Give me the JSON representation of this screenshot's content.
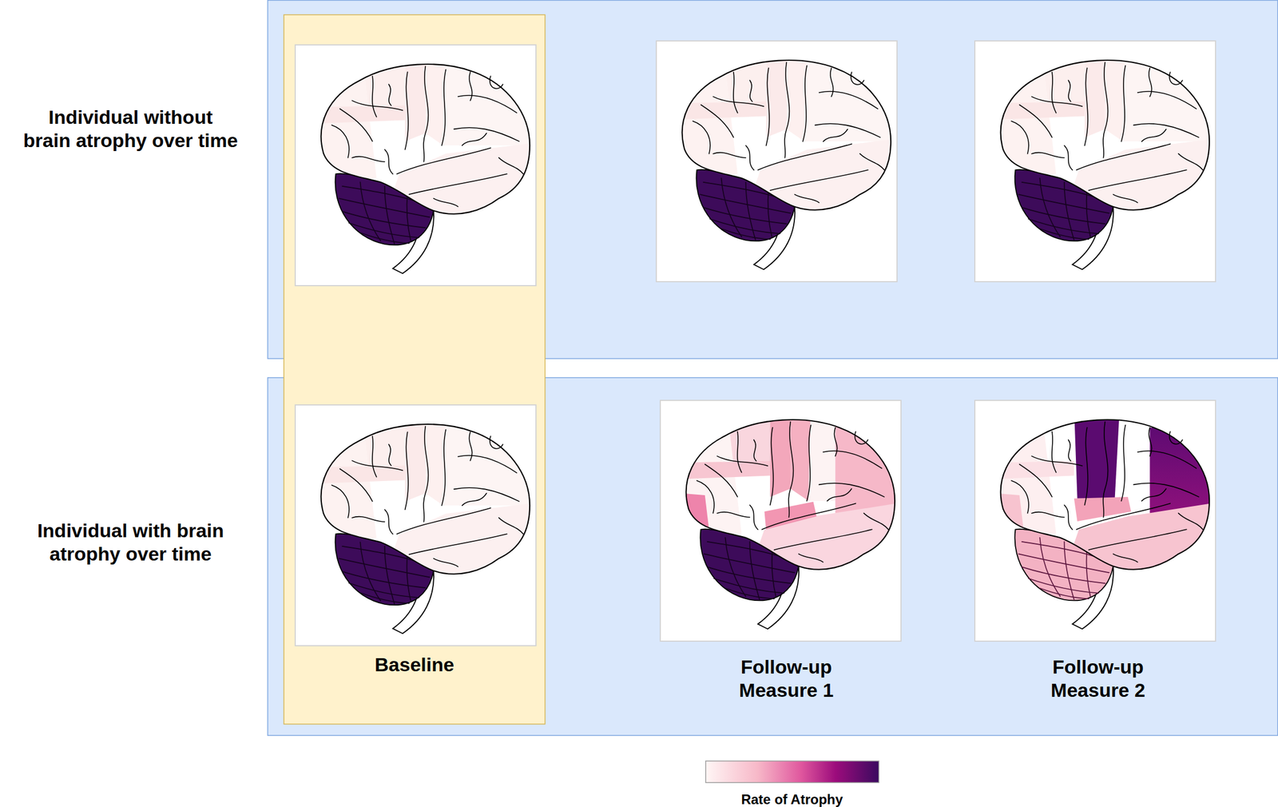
{
  "diagram": {
    "nodes": [
      {
        "text": [
          "Baseline"
        ]
      },
      {
        "text": [
          "Follow-up Measure 1",
          "Follow-up Measure 2"
        ]
      }
    ],
    "labels": [
      "Individual without brain atrophy over time",
      "Individual with brain atrophy over time"
    ],
    "legend": [
      {
        "text": "Rate of Atrophy"
      }
    ]
  }
}
